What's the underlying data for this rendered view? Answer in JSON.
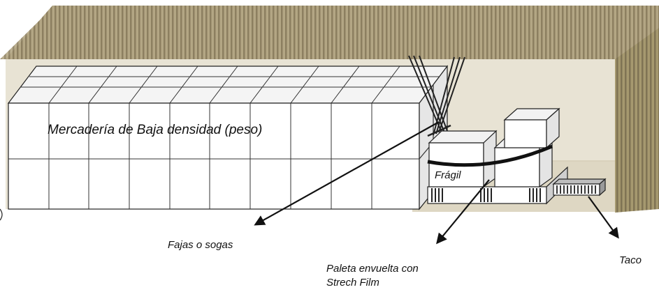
{
  "labels": {
    "cargo": "Mercadería de Baja densidad (peso)",
    "fragile": "Frágil",
    "straps": "Fajas o sogas",
    "pallet_line1": "Paleta envuelta con",
    "pallet_line2": "Strech Film",
    "chock": "Taco"
  },
  "colors": {
    "container_stripes": "#a89a78",
    "container_stripe_dark": "#8c7f60",
    "floor": "#ddd6c4",
    "inner_wall": "#e8e3d4",
    "box_fill": "#ffffff",
    "outline": "#222222"
  },
  "icons": [
    "arrow-icon",
    "pallet-icon",
    "chock-icon"
  ]
}
